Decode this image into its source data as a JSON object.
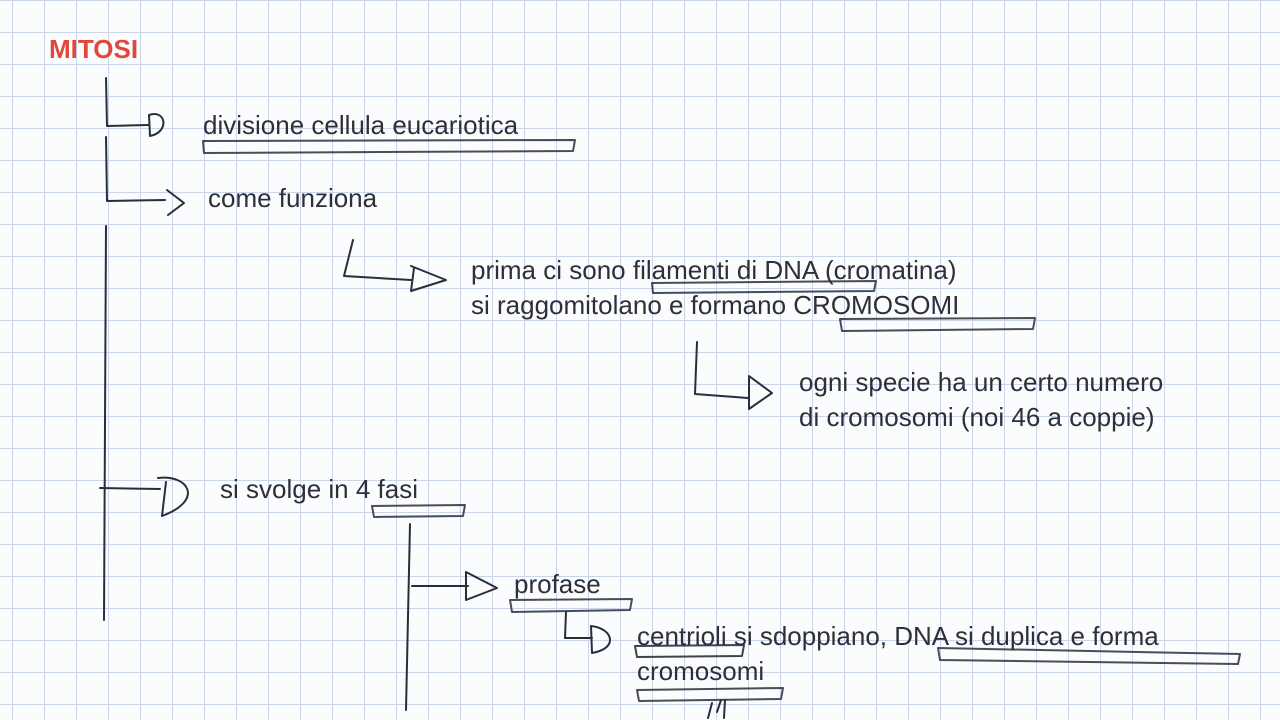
{
  "title": "MITOSI",
  "notes": {
    "divisione": "divisione cellula eucariotica",
    "come_funziona": "come funziona",
    "prima_line1": "prima ci sono filamenti di DNA (cromatina)",
    "prima_line2": "si raggomitolano e formano CROMOSOMI",
    "ogni_line1": "ogni specie ha un certo numero",
    "ogni_line2": "di cromosomi (noi 46 a coppie)",
    "fasi": "si svolge in 4 fasi",
    "profase": "profase",
    "centrioli_line1": "centrioli si sdoppiano, DNA si duplica e forma",
    "centrioli_line2": "cromosomi"
  },
  "colors": {
    "title": "#e0493a",
    "ink": "#2a2d3a",
    "highlight_blue": "#30c8f4",
    "highlight_green": "#7be03a",
    "grid": "#c9d6e8"
  },
  "icons": [
    "arrow-icon"
  ]
}
